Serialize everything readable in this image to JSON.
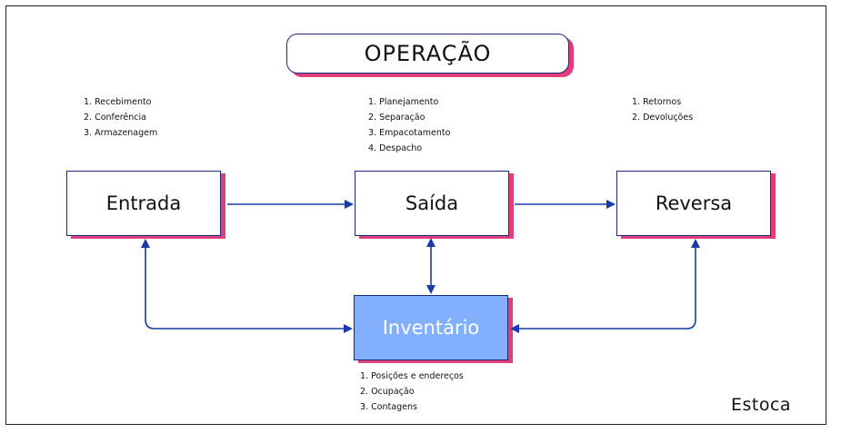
{
  "title": "OPERAÇÃO",
  "nodes": {
    "entrada": {
      "label": "Entrada",
      "items": [
        "1. Recebimento",
        "2. Conferência",
        "3. Armazenagem"
      ]
    },
    "saida": {
      "label": "Saída",
      "items": [
        "1. Planejamento",
        "2. Separação",
        "3. Empacotamento",
        "4. Despacho"
      ]
    },
    "reversa": {
      "label": "Reversa",
      "items": [
        "1. Retornos",
        "2. Devoluções"
      ]
    },
    "inventario": {
      "label": "Inventário",
      "items": [
        "1. Posições e endereços",
        "2. Ocupação",
        "3. Contagens"
      ]
    }
  },
  "edges": [
    {
      "from": "entrada",
      "to": "saida",
      "direction": "forward"
    },
    {
      "from": "saida",
      "to": "reversa",
      "direction": "forward"
    },
    {
      "from": "saida",
      "to": "inventario",
      "direction": "both"
    },
    {
      "from": "entrada",
      "to": "inventario",
      "direction": "both"
    },
    {
      "from": "reversa",
      "to": "inventario",
      "direction": "both"
    }
  ],
  "brand": "Estoca",
  "colors": {
    "arrow": "#1a3aa8",
    "box_border": "#1a2a7a",
    "box_shadow": "#e0407a",
    "inventario_fill": "#82b0ff"
  }
}
